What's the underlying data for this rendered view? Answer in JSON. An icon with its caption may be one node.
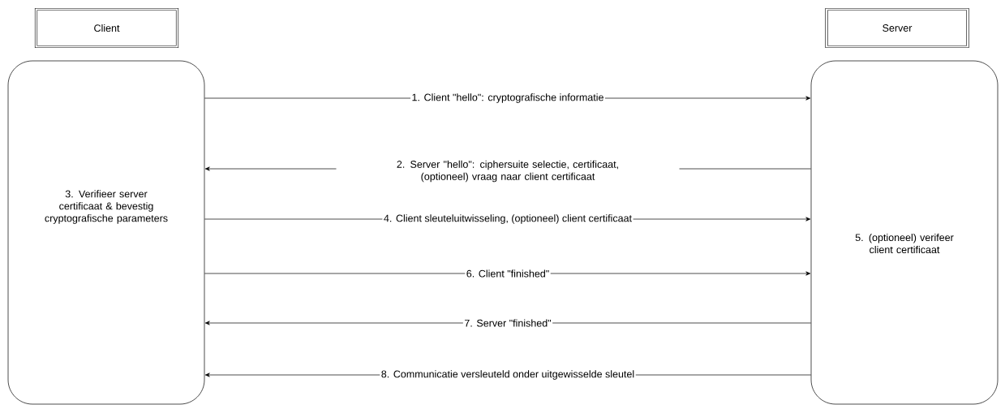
{
  "diagram": {
    "nodes": [
      {
        "text": [
          "Client"
        ]
      },
      {
        "text": [
          "Server"
        ]
      },
      {
        "text": [
          "3. Verifieer server certificaat & bevestig cryptografische parameters"
        ]
      },
      {
        "text": [
          "5. (optioneel) verifeer client certificaat"
        ]
      }
    ],
    "edges": [
      {
        "from": 2,
        "to": 3,
        "arrow": "to",
        "label": "1. Client \"hello\": cryptografische informatie"
      },
      {
        "from": 3,
        "to": 2,
        "arrow": "to",
        "label": "2. Server \"hello\": ciphersuite selectie, certificaat, (optioneel) vraag naar client certificaat"
      },
      {
        "from": 2,
        "to": 3,
        "arrow": "to",
        "label": "4. Client sleuteluitwisseling, (optioneel) client certificaat"
      },
      {
        "from": 2,
        "to": 3,
        "arrow": "to",
        "label": "6. Client \"finished\""
      },
      {
        "from": 3,
        "to": 2,
        "arrow": "to",
        "label": "7. Server \"finished\""
      },
      {
        "from": 3,
        "to": 2,
        "arrow": "to",
        "label": "8. Communicatie versleuteld onder uitgewisselde sleutel"
      }
    ]
  }
}
